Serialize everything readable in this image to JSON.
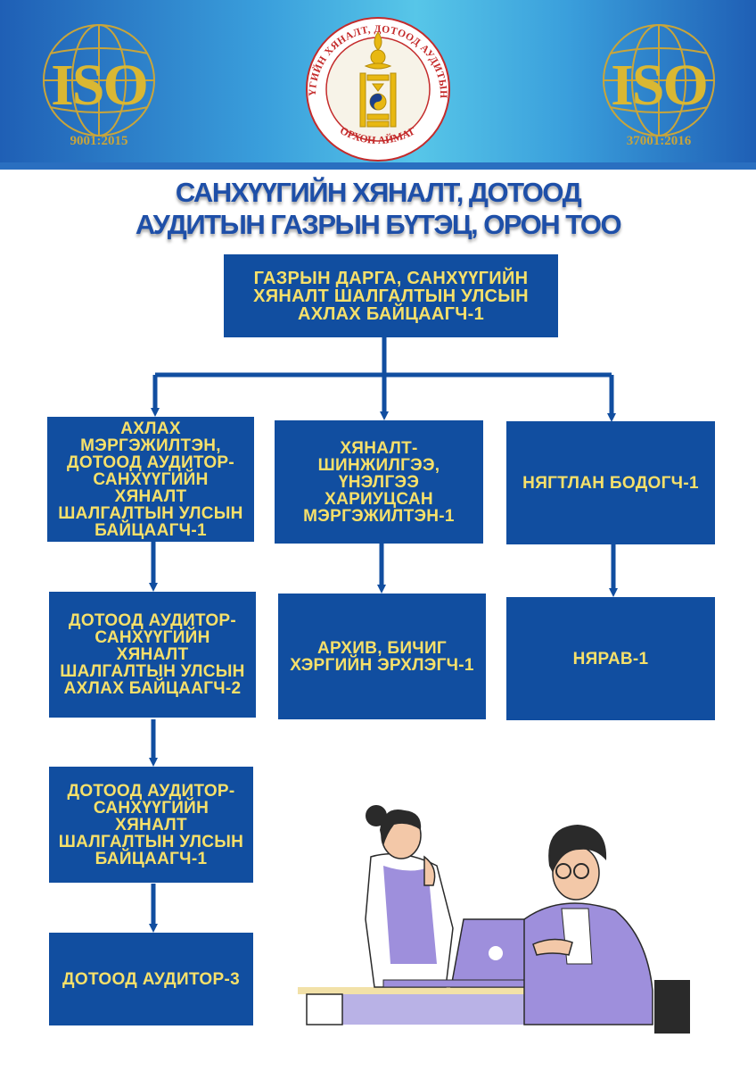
{
  "header": {
    "iso_left": {
      "label": "ISO",
      "code": "9001:2015",
      "icon": "globe-icon"
    },
    "iso_right": {
      "label": "ISO",
      "code": "37001:2016",
      "icon": "globe-icon"
    },
    "emblem": {
      "arc_text": "САНХҮҮГИЙН ХЯНАЛТ, ДОТООД АУДИТЫН ГАЗАР",
      "bottom_text": "ОРХОН АЙМАГ",
      "icon": "soyombo-emblem-icon"
    }
  },
  "title": {
    "line1": "САНХҮҮГИЙН ХЯНАЛТ, ДОТООД",
    "line2": "АУДИТЫН ГАЗРЫН БҮТЭЦ, ОРОН ТОО"
  },
  "org": {
    "head": "ГАЗРЫН ДАРГА, САНХҮҮГИЙН ХЯНАЛТ ШАЛГАЛТЫН УЛСЫН АХЛАХ БАЙЦААГЧ-1",
    "col1": [
      "АХЛАХ МЭРГЭЖИЛТЭН, ДОТООД АУДИТОР-САНХҮҮГИЙН ХЯНАЛТ ШАЛГАЛТЫН УЛСЫН БАЙЦААГЧ-1",
      "ДОТООД АУДИТОР-САНХҮҮГИЙН ХЯНАЛТ ШАЛГАЛТЫН УЛСЫН АХЛАХ БАЙЦААГЧ-2",
      "ДОТООД АУДИТОР-САНХҮҮГИЙН ХЯНАЛТ ШАЛГАЛТЫН УЛСЫН БАЙЦААГЧ-1",
      "ДОТООД АУДИТОР-3"
    ],
    "col2": [
      "ХЯНАЛТ-ШИНЖИЛГЭЭ, ҮНЭЛГЭЭ ХАРИУЦСАН МЭРГЭЖИЛТЭН-1",
      "АРХИВ, БИЧИГ ХЭРГИЙН ЭРХЛЭГЧ-1"
    ],
    "col3": [
      "НЯГТЛАН БОДОГЧ-1",
      "НЯРАВ-1"
    ]
  },
  "colors": {
    "box": "#114ea0",
    "box_text": "#f6e06a",
    "title": "#1e4fa8",
    "iso_gold": "#d9b733"
  },
  "illustration": {
    "icon": "two-people-meeting-illustration"
  }
}
